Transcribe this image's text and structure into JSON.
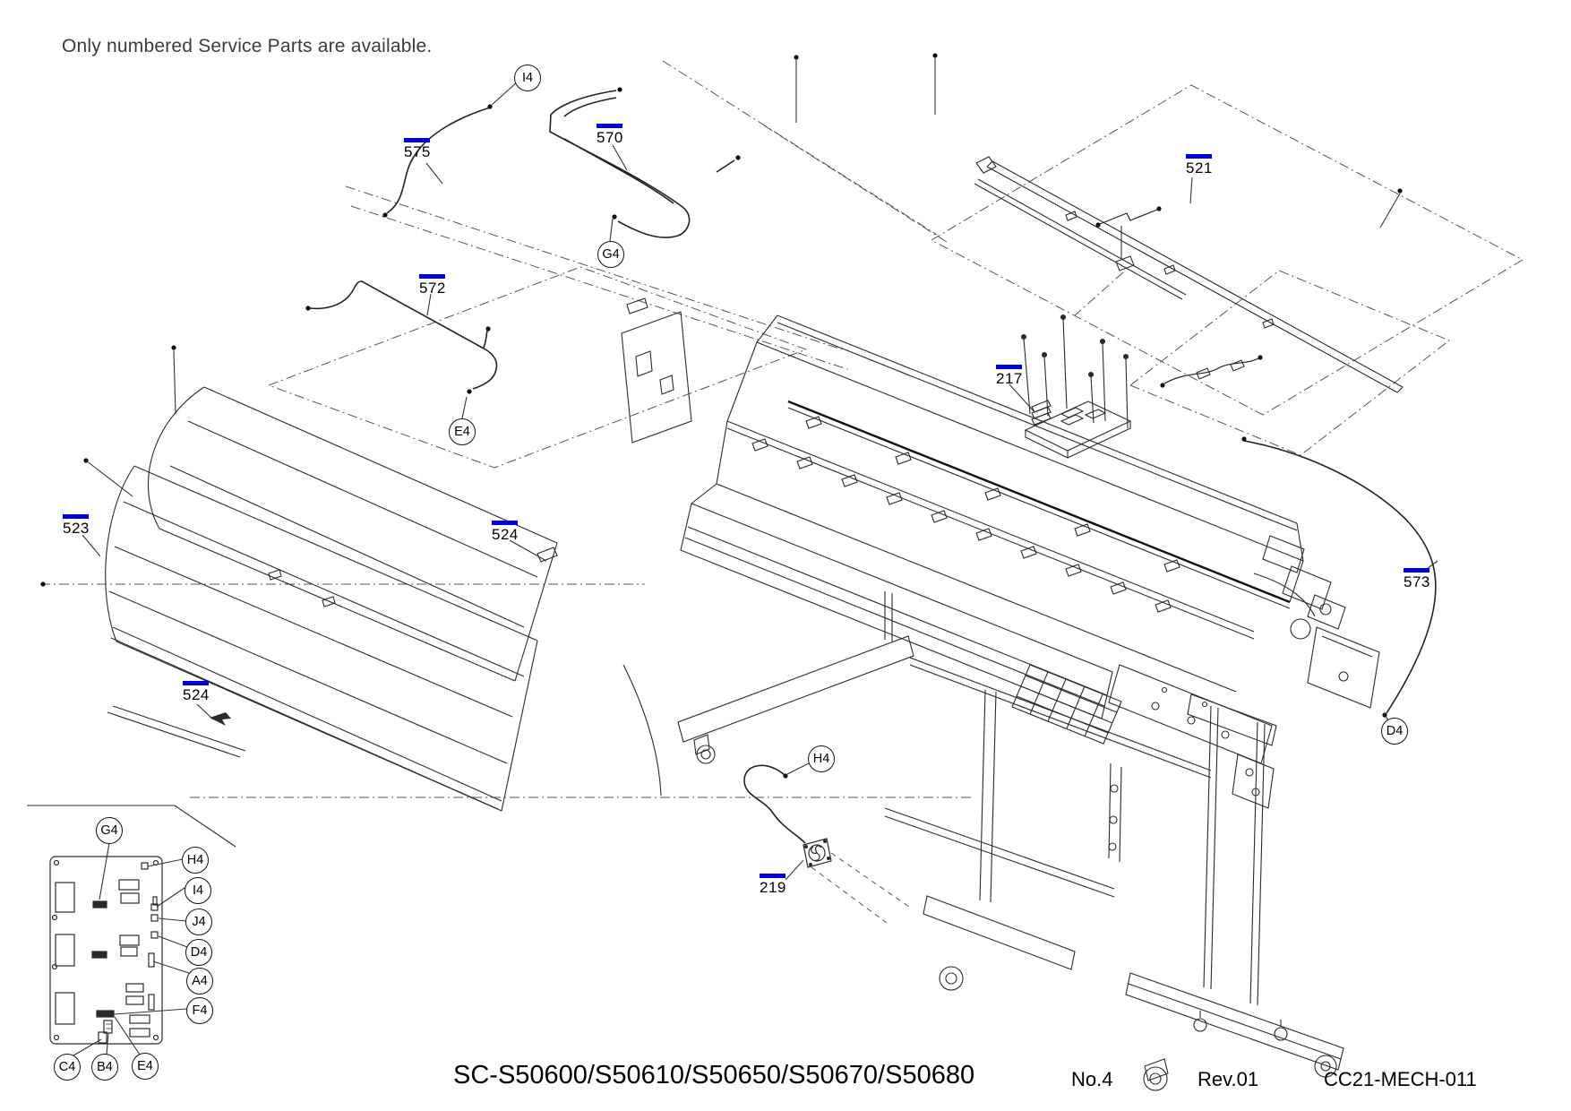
{
  "note": "Only numbered Service Parts are available.",
  "footer": {
    "model": "SC-S50600/S50610/S50650/S50670/S50680",
    "sheet": "No.4",
    "revision": "Rev.01",
    "doc_code": "CC21-MECH-011"
  },
  "colors": {
    "part_number_underline": "#0000e0",
    "line_art": "#2b2b2b"
  },
  "part_labels": [
    {
      "text": "575"
    },
    {
      "text": "570"
    },
    {
      "text": "521"
    },
    {
      "text": "572"
    },
    {
      "text": "217"
    },
    {
      "text": "523"
    },
    {
      "text": "524"
    },
    {
      "text": "573"
    },
    {
      "text": "524"
    },
    {
      "text": "219"
    }
  ],
  "diagram_callouts": [
    {
      "text": "I4"
    },
    {
      "text": "G4"
    },
    {
      "text": "E4"
    },
    {
      "text": "H4"
    },
    {
      "text": "D4"
    }
  ],
  "board_callouts": [
    {
      "text": "G4"
    },
    {
      "text": "H4"
    },
    {
      "text": "I4"
    },
    {
      "text": "J4"
    },
    {
      "text": "D4"
    },
    {
      "text": "A4"
    },
    {
      "text": "F4"
    },
    {
      "text": "C4"
    },
    {
      "text": "B4"
    },
    {
      "text": "E4"
    }
  ]
}
